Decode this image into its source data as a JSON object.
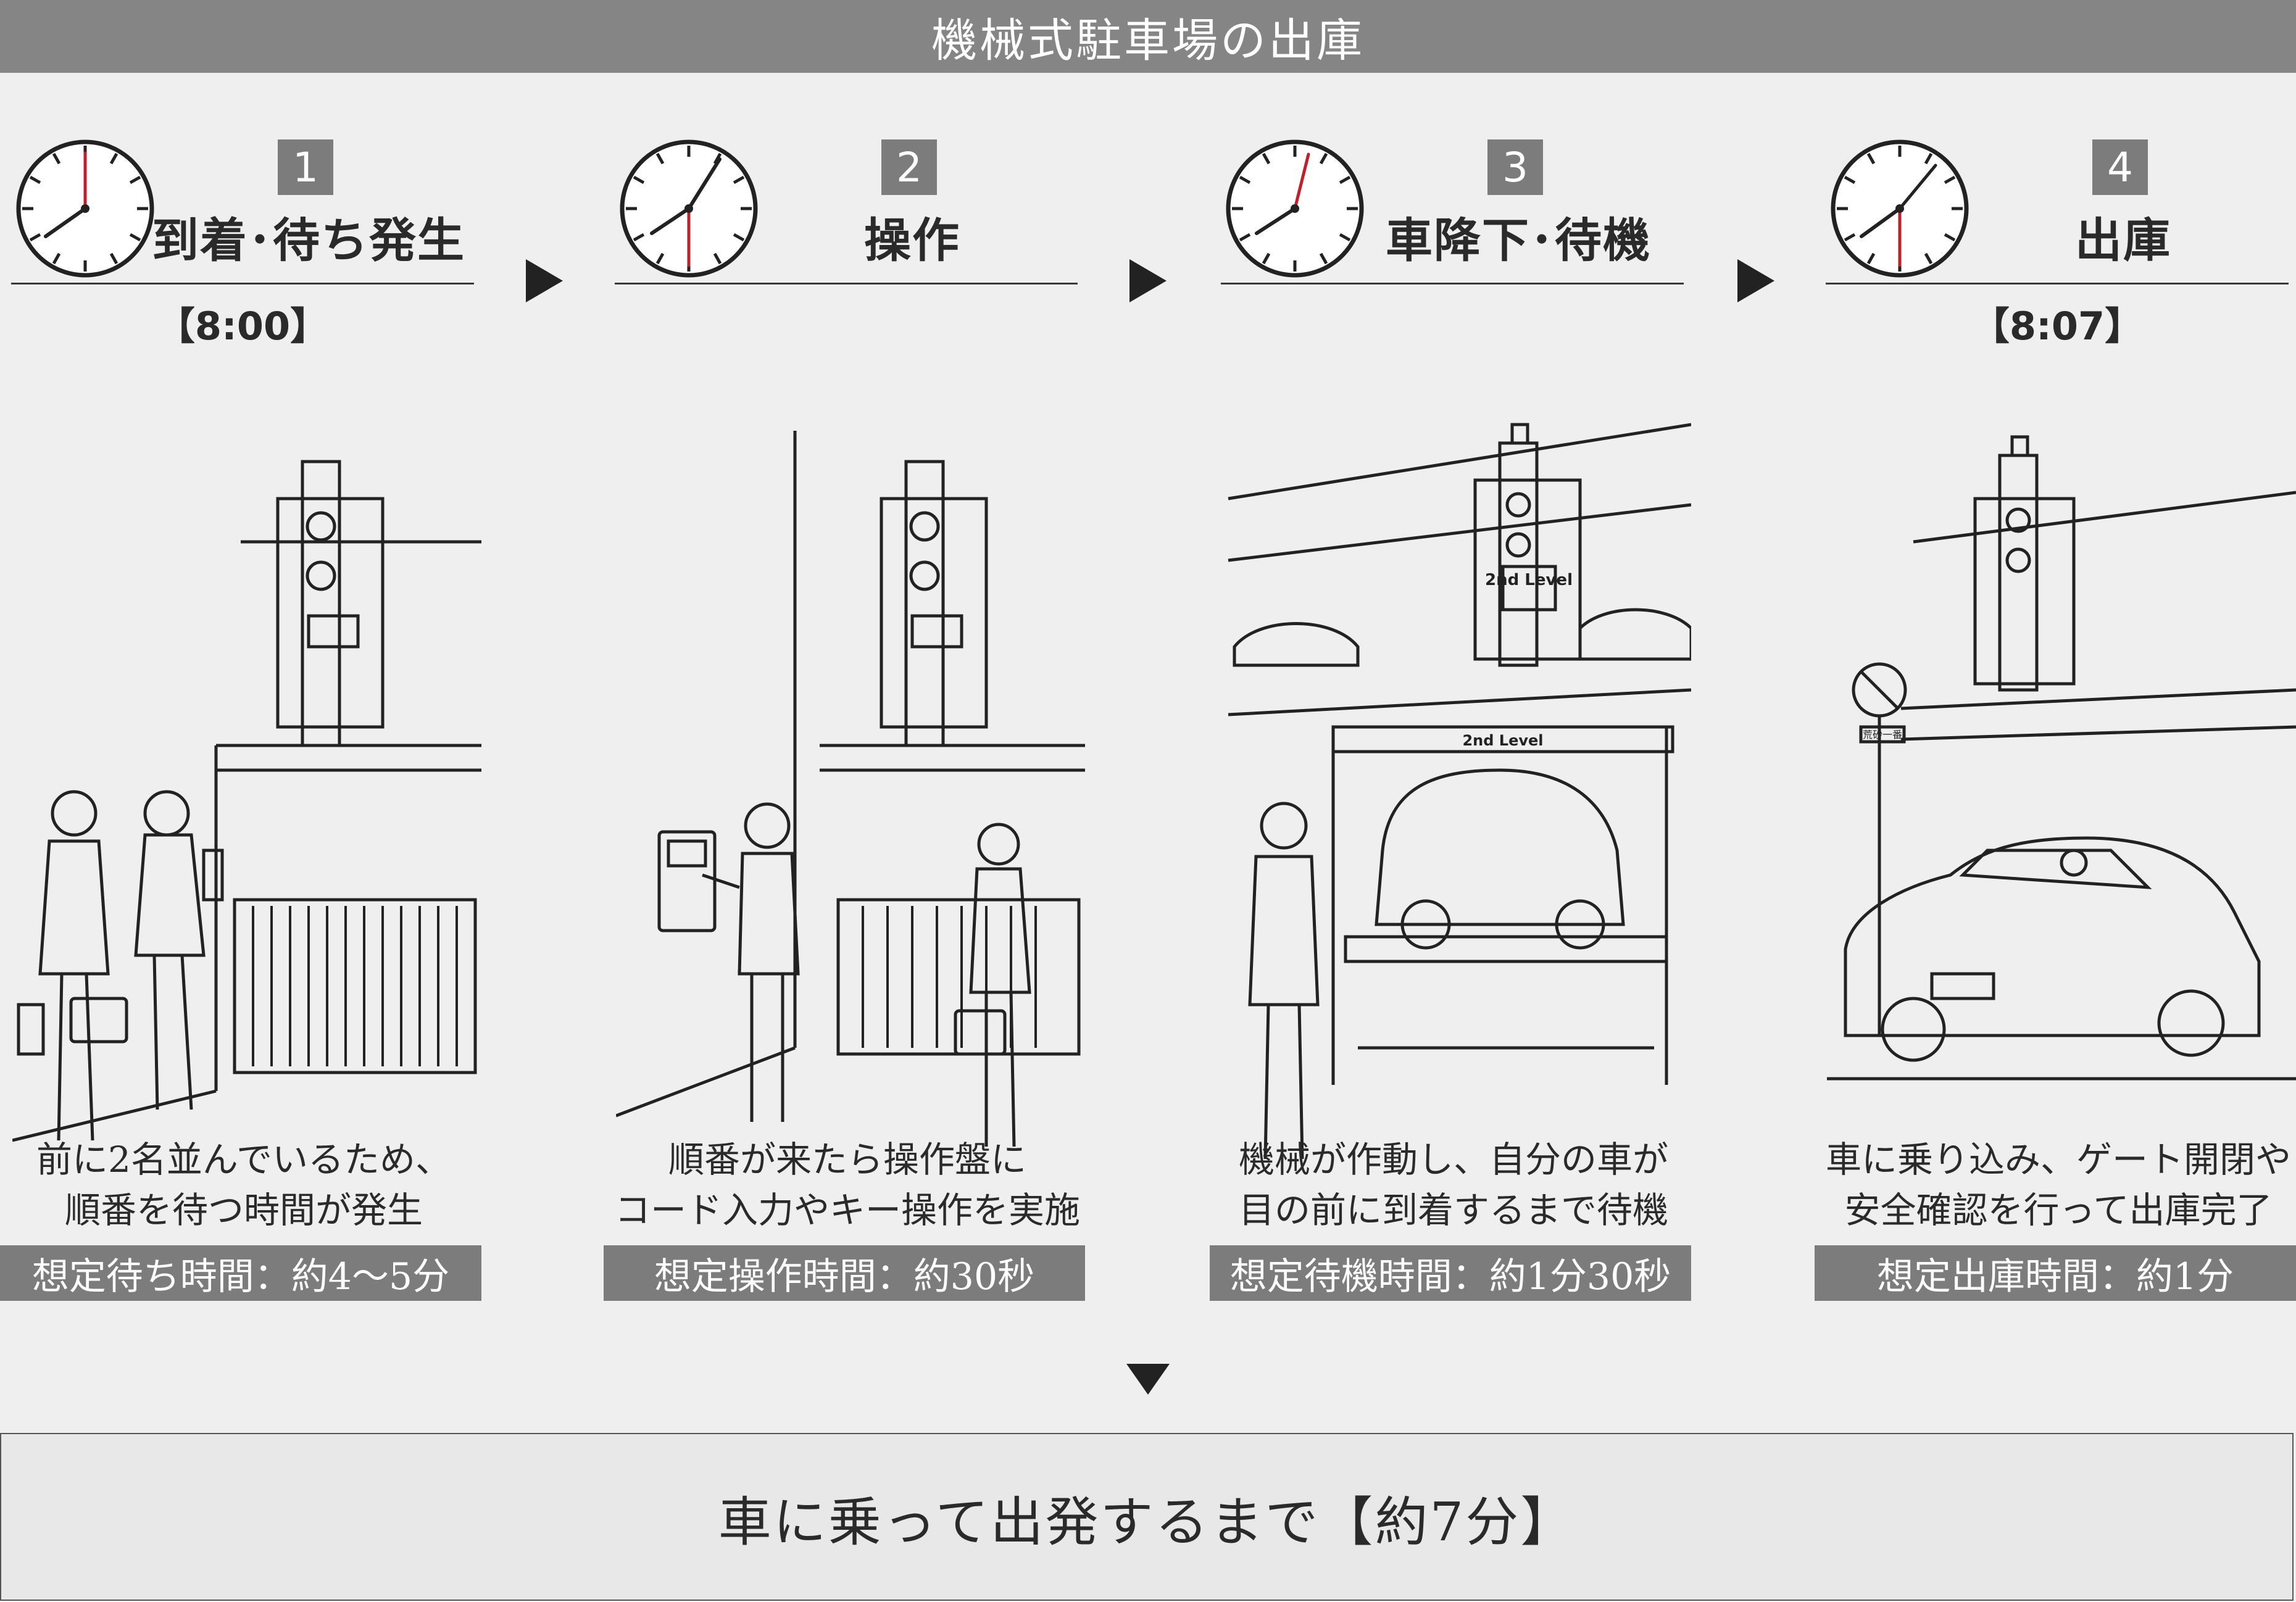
{
  "title": "機械式駐車場の出庫",
  "steps": [
    {
      "number": "1",
      "title": "到着･待ち発生",
      "time": "【8:00】",
      "desc1": "前に2名並んでいるため、",
      "desc2": "順番を待つ時間が発生",
      "duration": "想定待ち時間：約4〜5分"
    },
    {
      "number": "2",
      "title": "操作",
      "time": "",
      "desc1": "順番が来たら操作盤に",
      "desc2": "コード入力やキー操作を実施",
      "duration": "想定操作時間：約30秒"
    },
    {
      "number": "3",
      "title": "車降下･待機",
      "time": "",
      "desc1": "機械が作動し、自分の車が",
      "desc2": "目の前に到着するまで待機",
      "duration": "想定待機時間：約1分30秒"
    },
    {
      "number": "4",
      "title": "出庫",
      "time": "【8:07】",
      "desc1": "車に乗り込み、ゲート開閉や",
      "desc2": "安全確認を行って出庫完了",
      "duration": "想定出庫時間：約1分"
    }
  ],
  "illus": {
    "level_label": "2nd Level",
    "sign_label": "2nd Level",
    "plate": "荒砂一番"
  },
  "summary": "車に乗って出発するまで【約7分】",
  "colors": {
    "bar": "#858585",
    "badge": "#7c7c7c",
    "hand": "#c0202a",
    "background": "#efefef"
  }
}
